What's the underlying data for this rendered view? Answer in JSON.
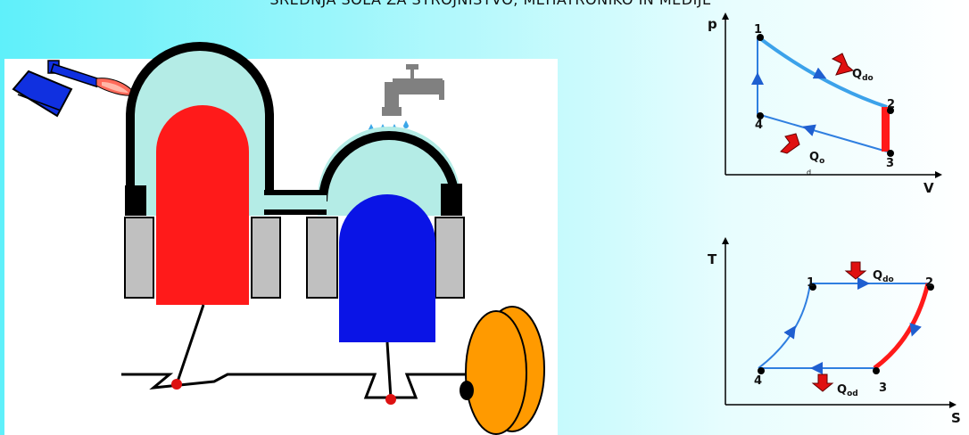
{
  "header": {
    "title": "SREDNJA ŠOLA ZA STROJNIŠTVO, MEHATRONIKO IN MEDIJE"
  },
  "pv": {
    "y_axis": "p",
    "x_axis": "V",
    "points": {
      "p1": "1",
      "p2": "2",
      "p3": "3",
      "p4": "4"
    },
    "heat_in": {
      "base": "Q",
      "sub": "do"
    },
    "heat_out": {
      "base": "Q",
      "sub": "o",
      "extra": "d"
    }
  },
  "ts": {
    "y_axis": "T",
    "x_axis": "S",
    "points": {
      "p1": "1",
      "p2": "2",
      "p3": "3",
      "p4": "4"
    },
    "heat_in": {
      "base": "Q",
      "sub": "do"
    },
    "heat_out": {
      "base": "Q",
      "sub": "od"
    }
  },
  "colors": {
    "hot": "#ff1a1a",
    "cold": "#0a14e6",
    "jacket": "#b4ece6",
    "wheel": "#ff9a00",
    "curve": "#2f7fe0",
    "background": "#6ff2fb"
  },
  "icons": [
    "burner-icon",
    "water-tap-icon",
    "heat-arrow-icon"
  ]
}
